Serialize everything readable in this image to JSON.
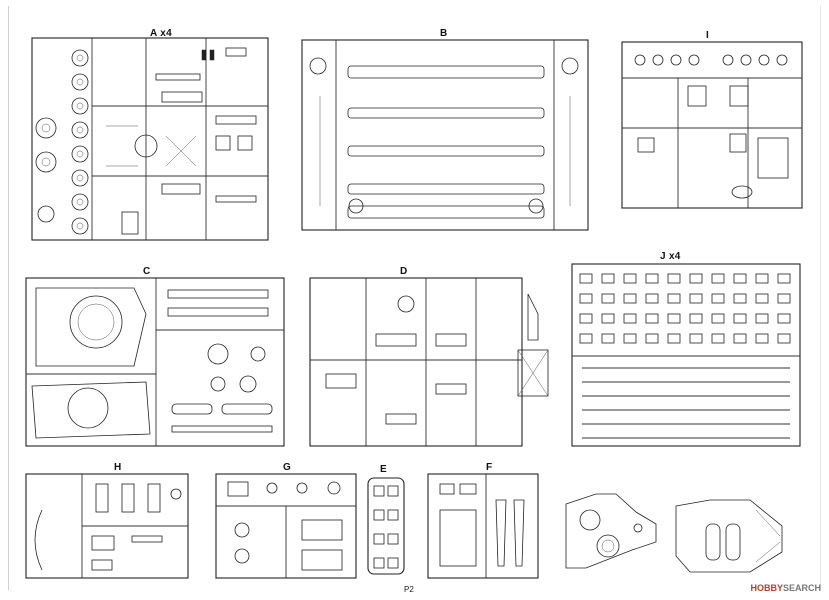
{
  "page": {
    "number": "P2"
  },
  "watermark": {
    "brand": "HOBBY",
    "text": "SEARCH"
  },
  "sprues": {
    "A": {
      "label": "A x4"
    },
    "B": {
      "label": "B"
    },
    "I": {
      "label": "I"
    },
    "C": {
      "label": "C"
    },
    "D": {
      "label": "D"
    },
    "J": {
      "label": "J x4"
    },
    "H": {
      "label": "H"
    },
    "G": {
      "label": "G"
    },
    "E": {
      "label": "E"
    },
    "F": {
      "label": "F"
    }
  }
}
